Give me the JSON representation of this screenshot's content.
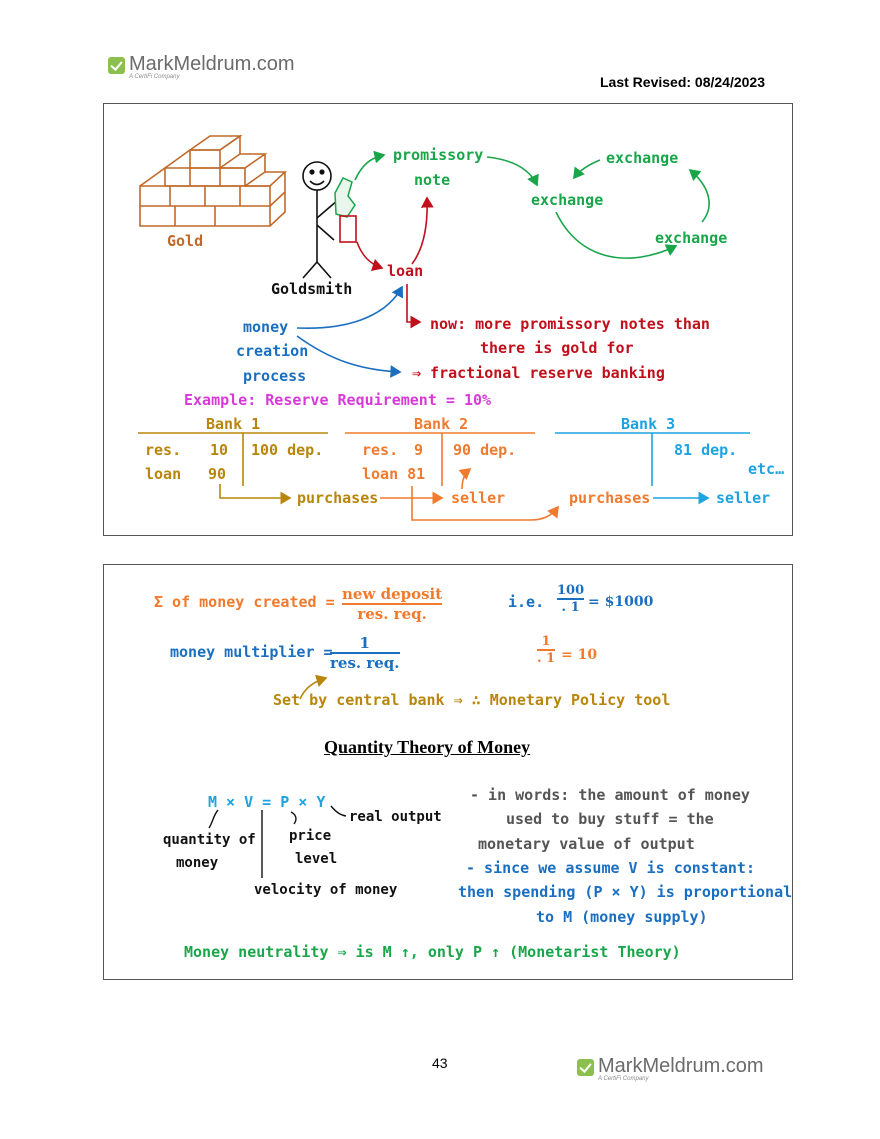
{
  "brand": {
    "name": "MarkMeldrum.com",
    "tagline": "A CertiFi Company"
  },
  "last_revised": "Last Revised: 08/24/2023",
  "slide1": {
    "gold": "Gold",
    "goldsmith": "Goldsmith",
    "promissory1": "promissory",
    "promissory2": "note",
    "exchange_top": "exchange",
    "exchange_mid": "exchange",
    "exchange_bot": "exchange",
    "loan": "loan",
    "now1": "now: more promissory notes than",
    "now2": "there is gold for",
    "frb": "⇒ fractional reserve banking",
    "money1": "money",
    "money2": "creation",
    "money3": "process",
    "example": "Example: Reserve Requirement = 10%",
    "bank1": {
      "title": "Bank 1",
      "res": "res.",
      "res_val": "10",
      "dep": "100 dep.",
      "loan": "loan",
      "loan_val": "90"
    },
    "bank2": {
      "title": "Bank 2",
      "res": "res.",
      "res_val": "9",
      "dep": "90 dep.",
      "loan": "loan 81"
    },
    "bank3": {
      "title": "Bank 3",
      "dep": "81 dep."
    },
    "etc": "etc…",
    "purchases1": "purchases",
    "seller1": "seller",
    "purchases2": "purchases",
    "seller2": "seller"
  },
  "slide2": {
    "sum_label": "Σ of money created =",
    "sum_num": "new deposit",
    "sum_den": "res. req.",
    "ie": "i.e.",
    "ie_num": "100",
    "ie_den": ". 1",
    "ie_res": "= $1000",
    "mm_label": "money multiplier =",
    "mm_num": "1",
    "mm_den": "res. req.",
    "mm_ex_num": "1",
    "mm_ex_den": ". 1",
    "mm_ex_res": "= 10",
    "central": "Set by central bank ⇒ ∴ Monetary Policy tool",
    "qt_title": "Quantity Theory of Money",
    "eq": "M × V = P × Y",
    "real_output": "real output",
    "price": "price",
    "level": "level",
    "qty1": "quantity of",
    "qty2": "money",
    "velocity": "velocity of money",
    "w1": "- in words: the amount of money",
    "w2": "used to buy stuff = the",
    "w3": "monetary value of output",
    "s1": "- since we assume V is constant:",
    "s2": "then spending (P × Y) is proportional",
    "s3": "to M (money supply)",
    "neutral": "Money neutrality ⇒ is M ↑, only P ↑ (Monetarist Theory)"
  },
  "page_number": "43"
}
